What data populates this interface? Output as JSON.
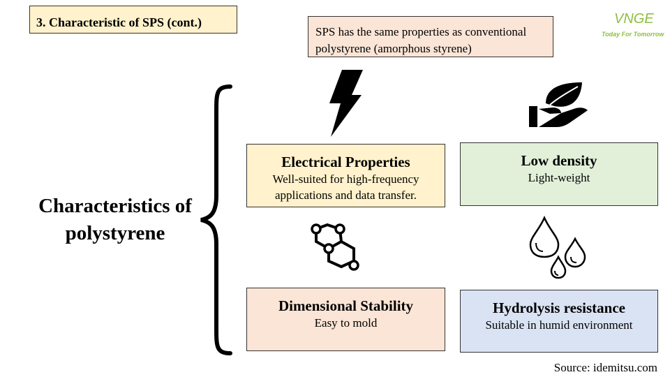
{
  "header": {
    "title": "3. Characteristic of SPS (cont.)",
    "note": "SPS has the same properties as conventional polystyrene (amorphous styrene)"
  },
  "logo": {
    "mark": "VNGE",
    "tagline": "Today For Tomorrow",
    "color": "#8cbf3f"
  },
  "main": {
    "label": "Characteristics of polystyrene"
  },
  "cards": [
    {
      "title": "Electrical Properties",
      "desc": "Well-suited for high-frequency applications and data transfer.",
      "icon": "lightning-icon",
      "color": "#fff2cc"
    },
    {
      "title": "Low density",
      "desc": "Light-weight",
      "icon": "hand-leaf-icon",
      "color": "#e2f0d9"
    },
    {
      "title": "Dimensional Stability",
      "desc": "Easy to mold",
      "icon": "molecule-icon",
      "color": "#fbe5d6"
    },
    {
      "title": "Hydrolysis resistance",
      "desc": "Suitable in humid environment",
      "icon": "water-drops-icon",
      "color": "#dae3f3"
    }
  ],
  "footer": {
    "source": "Source: idemitsu.com"
  }
}
